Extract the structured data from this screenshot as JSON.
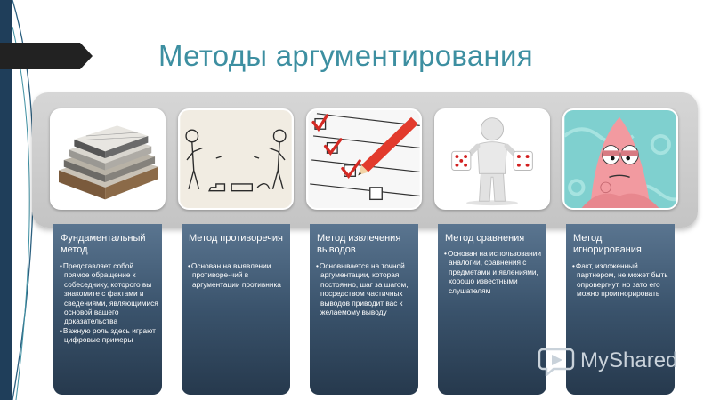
{
  "slide": {
    "title": "Методы аргументирования"
  },
  "cards": [
    {
      "title": "Фундаментальный метод",
      "bullets": [
        "Представляет собой прямое обращение к собеседнику, которого вы знакомите с фактами и сведениями, являющимися основой вашего доказательства",
        "Важную роль здесь играют цифровые примеры"
      ]
    },
    {
      "title": "Метод противоречия",
      "bullets": [
        "Основан на выявлении противоре-чий в аргументации противника"
      ]
    },
    {
      "title": "Метод извлечения выводов",
      "bullets": [
        "Основывается на точной аргументации, которая постоянно, шаг за шагом, посредством частичных выводов приводит вас к желаемому выводу"
      ]
    },
    {
      "title": "Метод сравнения",
      "bullets": [
        "Основан на использовании аналогии, сравнения с предметами и явлениями, хорошо известными слушателям"
      ]
    },
    {
      "title": "Метод игнорирования",
      "bullets": [
        "Факт, изложенный партнером, не может быть опровергнут, но зато его можно проигнорировать"
      ]
    }
  ],
  "watermark": {
    "text": "MyShared"
  },
  "colors": {
    "title": "#3d8fa1",
    "left_band": "#1f3e5a",
    "card_top": "#5a7590",
    "card_bottom": "#26394d",
    "gray_band": "#cfcfcf",
    "checkmark_red": "#d42a24"
  },
  "icons": [
    "building-layers-icon",
    "argument-people-icon",
    "checklist-pencil-icon",
    "dice-figure-icon",
    "patrick-cartoon-icon",
    "myshared-logo-icon"
  ]
}
